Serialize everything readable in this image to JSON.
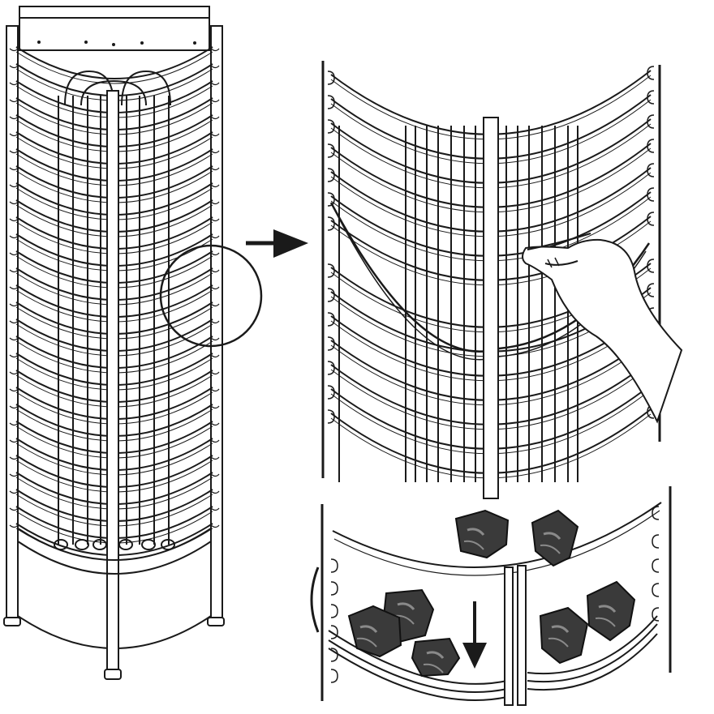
{
  "diagram": {
    "stroke_color": "#1a1a1a",
    "fill_color": "#ffffff",
    "stone_color": "#3a3a3a",
    "stone_highlight_color": "#8a8a8a",
    "figures": [
      {
        "name": "sauna-heater-full-view"
      },
      {
        "name": "detail-zoom-circle"
      },
      {
        "name": "direction-arrow"
      },
      {
        "name": "grille-closeup-with-hand"
      },
      {
        "name": "stone-loading-view"
      }
    ],
    "stones_count": 7
  }
}
